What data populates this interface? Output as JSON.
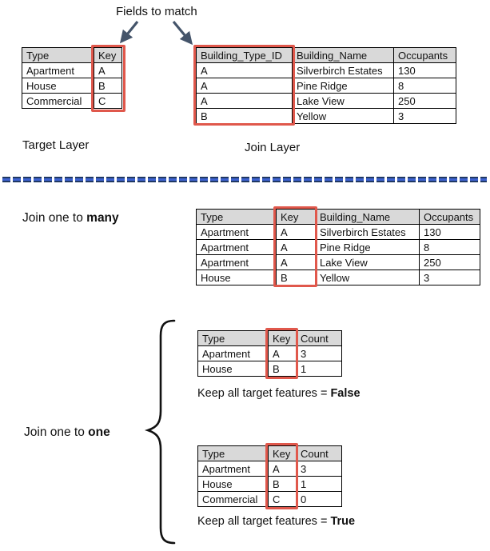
{
  "labels": {
    "fields_to_match": "Fields to match",
    "target_layer": "Target Layer",
    "join_layer": "Join Layer",
    "join_many": {
      "prefix": "Join one to ",
      "bold": "many"
    },
    "join_one": {
      "prefix": "Join one to ",
      "bold": "one"
    },
    "keep_false": {
      "prefix": "Keep all target features = ",
      "bold": "False"
    },
    "keep_true": {
      "prefix": "Keep all target features = ",
      "bold": "True"
    }
  },
  "tables": {
    "target": {
      "headers": [
        "Type",
        "Key"
      ],
      "rows": [
        [
          "Apartment",
          "A"
        ],
        [
          "House",
          "B"
        ],
        [
          "Commercial",
          "C"
        ]
      ]
    },
    "join": {
      "headers": [
        "Building_Type_ID",
        "Building_Name",
        "Occupants"
      ],
      "rows": [
        [
          "A",
          "Silverbirch Estates",
          "130"
        ],
        [
          "A",
          "Pine Ridge",
          "8"
        ],
        [
          "A",
          "Lake View",
          "250"
        ],
        [
          "B",
          "Yellow",
          "3"
        ]
      ]
    },
    "one_to_many": {
      "headers": [
        "Type",
        "Key",
        "Building_Name",
        "Occupants"
      ],
      "rows": [
        [
          "Apartment",
          "A",
          "Silverbirch Estates",
          "130"
        ],
        [
          "Apartment",
          "A",
          "Pine Ridge",
          "8"
        ],
        [
          "Apartment",
          "A",
          "Lake View",
          "250"
        ],
        [
          "House",
          "B",
          "Yellow",
          "3"
        ]
      ]
    },
    "one_to_one_false": {
      "headers": [
        "Type",
        "Key",
        "Count"
      ],
      "rows": [
        [
          "Apartment",
          "A",
          "3"
        ],
        [
          "House",
          "B",
          "1"
        ]
      ]
    },
    "one_to_one_true": {
      "headers": [
        "Type",
        "Key",
        "Count"
      ],
      "rows": [
        [
          "Apartment",
          "A",
          "3"
        ],
        [
          "House",
          "B",
          "1"
        ],
        [
          "Commercial",
          "C",
          "0"
        ]
      ]
    }
  },
  "icons": {
    "arrows": "arrow-pointer-icon",
    "brace": "curly-brace",
    "divider": "dashed-divider-line",
    "highlight": "key-field-highlight-box"
  },
  "colors": {
    "highlight_red": "#E0584C",
    "arrow_navy": "#44546A",
    "divider_fill": "#3E63D0",
    "divider_edge": "#1F3864",
    "header_bg": "#D9D9D9",
    "text": "#111111"
  }
}
